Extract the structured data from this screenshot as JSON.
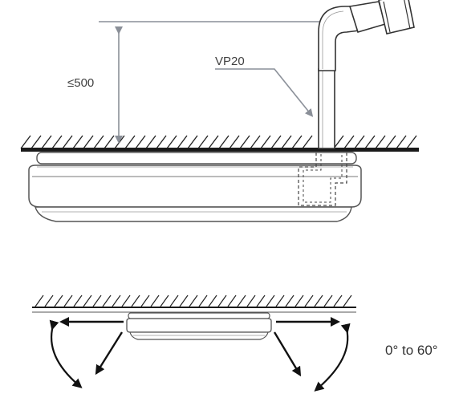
{
  "top_diagram": {
    "dimension_label": "≤500",
    "pipe_label": "VP20"
  },
  "bottom_diagram": {
    "angle_label": "0° to 60°"
  }
}
